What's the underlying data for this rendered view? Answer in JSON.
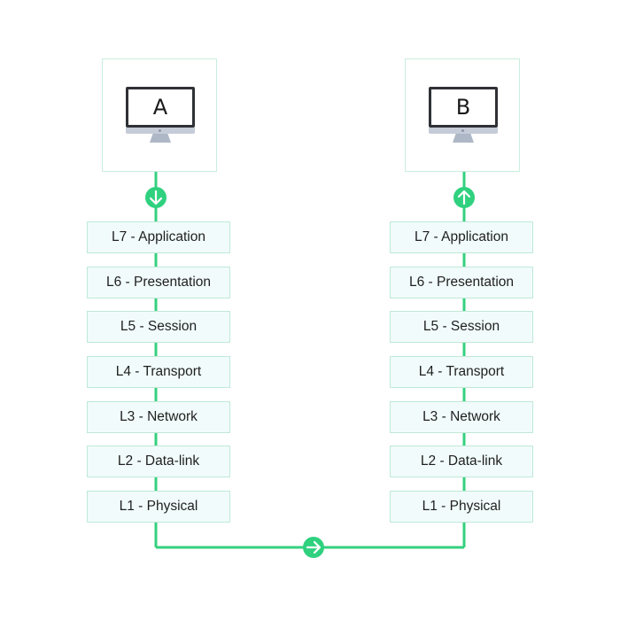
{
  "hosts": {
    "a": {
      "label": "A",
      "icon": "computer-monitor-icon",
      "flow": "down"
    },
    "b": {
      "label": "B",
      "icon": "computer-monitor-icon",
      "flow": "up"
    }
  },
  "layers": [
    "L7 - Application",
    "L6 - Presentation",
    "L5 - Session",
    "L4 - Transport",
    "L3 - Network",
    "L2 - Data-link",
    "L1 - Physical"
  ],
  "colors": {
    "wire": "#34d07f",
    "box_border": "#bfe9d8",
    "layer_fill": "#f1fbfb",
    "arrow_circle": "#2fd17f"
  },
  "icons": {
    "down": "arrow-down-icon",
    "up": "arrow-up-icon",
    "right": "arrow-right-icon"
  }
}
